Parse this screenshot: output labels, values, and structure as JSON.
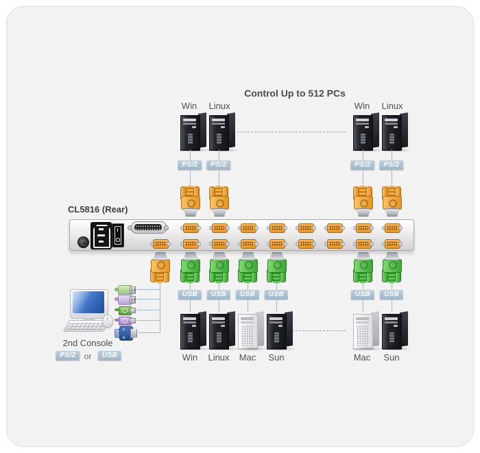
{
  "title": "Control Up to 512 PCs",
  "device_label": "CL5816 (Rear)",
  "console": {
    "label": "2nd Console",
    "ps2": "PS/2",
    "or": "or",
    "usb": "USB"
  },
  "groups": {
    "top_left": [
      {
        "label": "Win",
        "badge": "PS/2"
      },
      {
        "label": "Linux",
        "badge": "PS/2"
      }
    ],
    "top_right": [
      {
        "label": "Win",
        "badge": "PS/2"
      },
      {
        "label": "Linux",
        "badge": "PS/2"
      }
    ],
    "bottom_left": [
      {
        "label": "Win",
        "badge": "USB"
      },
      {
        "label": "Linux",
        "badge": "USB"
      },
      {
        "label": "Mac",
        "badge": "USB"
      },
      {
        "label": "Sun",
        "badge": "USB"
      }
    ],
    "bottom_right": [
      {
        "label": "Mac",
        "badge": "USB"
      },
      {
        "label": "Sun",
        "badge": "USB"
      }
    ]
  },
  "colors": {
    "accent_orange": "#eda231",
    "accent_green": "#4db843",
    "badge_blue": "#a9c2d4",
    "cable_line": "#9db8cc",
    "vga_blue": "#2f5ea8",
    "panel_bg": "#f2f2f3"
  }
}
